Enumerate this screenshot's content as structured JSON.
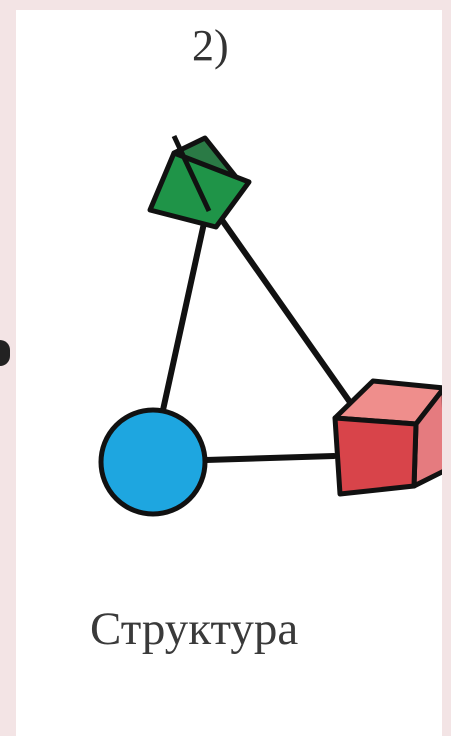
{
  "panel_label": "2)",
  "caption": "Структура",
  "colors": {
    "circle": "#1ea6e0",
    "small_cube_front": "#1f9448",
    "small_cube_side": "#2a7a45",
    "large_cube_front": "#d8444a",
    "large_cube_top": "#ef8e8c",
    "large_cube_side": "#e57b7f",
    "connector": "#111111",
    "background": "#f3e4e5",
    "panel": "#ffffff"
  },
  "nodes": [
    {
      "id": "green-cube",
      "shape": "cube"
    },
    {
      "id": "blue-circle",
      "shape": "circle"
    },
    {
      "id": "red-cube",
      "shape": "cube"
    }
  ],
  "edges": [
    {
      "from": "green-cube",
      "to": "blue-circle"
    },
    {
      "from": "green-cube",
      "to": "red-cube"
    },
    {
      "from": "blue-circle",
      "to": "red-cube"
    }
  ]
}
